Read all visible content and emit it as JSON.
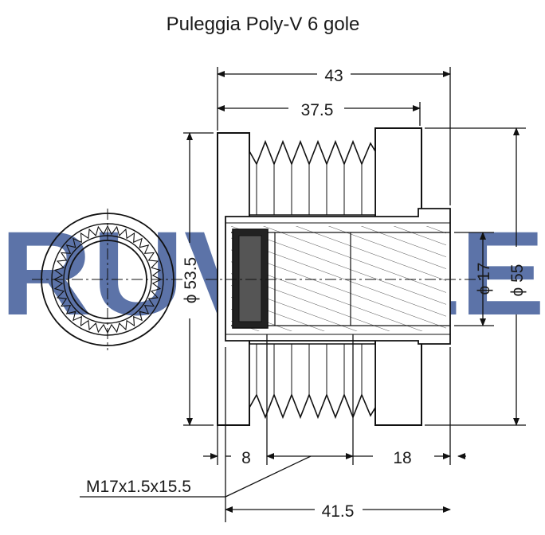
{
  "title": "Puleggia Poly-V 6 gole",
  "watermark": "RUVILLE",
  "dimensions": {
    "overall_length": "43",
    "pulley_width": "37.5",
    "outer_diameter_left": "ϕ 53.5",
    "outer_diameter_right": "ϕ 55",
    "bore_diameter": "ϕ 17",
    "left_offset": "8",
    "right_offset": "18",
    "hub_length": "41.5",
    "thread_spec": "M17x1.5x15.5"
  },
  "colors": {
    "line": "#111111",
    "hatch": "#333333",
    "watermark": "#2f4d90"
  }
}
